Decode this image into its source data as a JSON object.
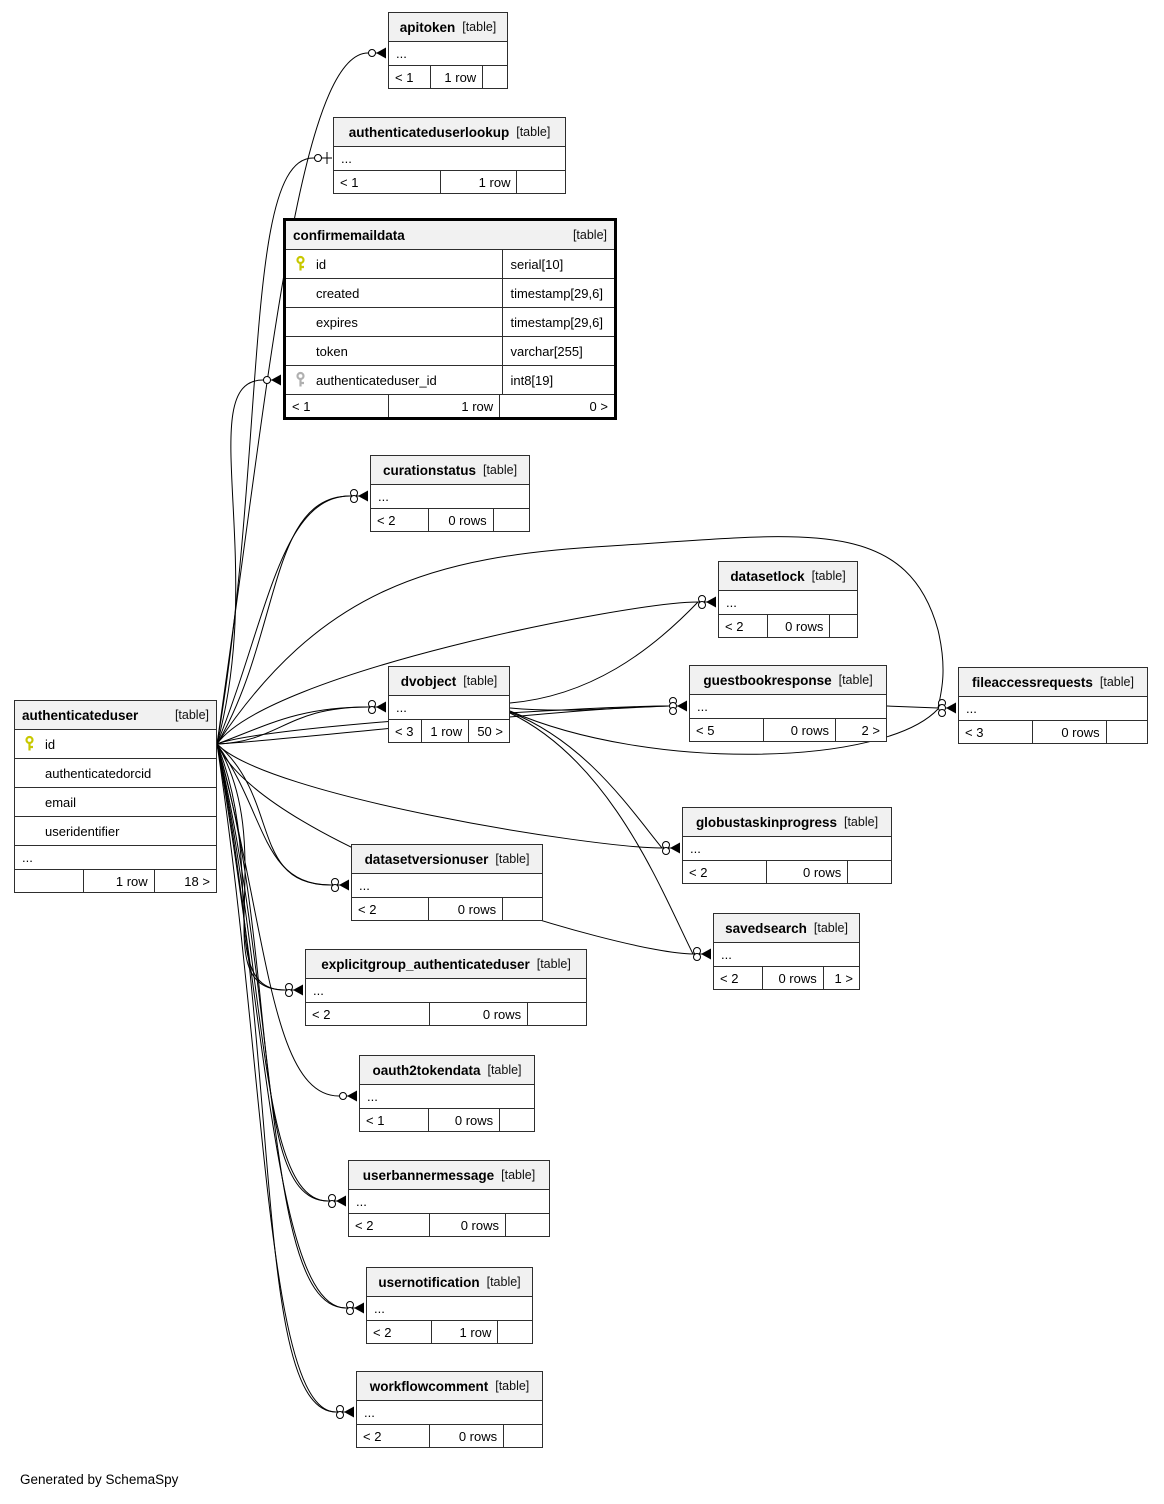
{
  "page": {
    "footer": "Generated by SchemaSpy"
  },
  "colors": {
    "background": "#ffffff",
    "table_header_bg": "#f1f1f1",
    "table_border": "#2e2e2e",
    "highlight_border": "#000000",
    "relationship_line": "#000000",
    "primary_key": "#c8c800",
    "foreign_key": "#b0b0b0"
  },
  "tables": [
    {
      "name": "apitoken",
      "tag": "[table]",
      "ellipsis": "...",
      "columns": [],
      "footer": [
        "< 1",
        "1 row",
        ""
      ]
    },
    {
      "name": "authenticateduserlookup",
      "tag": "[table]",
      "ellipsis": "...",
      "columns": [],
      "footer": [
        "< 1",
        "1 row",
        ""
      ]
    },
    {
      "name": "confirmemaildata",
      "tag": "[table]",
      "highlighted": true,
      "columns": [
        {
          "name": "id",
          "type": "serial[10]",
          "key": "pk"
        },
        {
          "name": "created",
          "type": "timestamp[29,6]"
        },
        {
          "name": "expires",
          "type": "timestamp[29,6]"
        },
        {
          "name": "token",
          "type": "varchar[255]"
        },
        {
          "name": "authenticateduser_id",
          "type": "int8[19]",
          "key": "fk"
        }
      ],
      "footer": [
        "< 1",
        "1 row",
        "0 >"
      ]
    },
    {
      "name": "curationstatus",
      "tag": "[table]",
      "ellipsis": "...",
      "columns": [],
      "footer": [
        "< 2",
        "0 rows",
        ""
      ]
    },
    {
      "name": "datasetlock",
      "tag": "[table]",
      "ellipsis": "...",
      "columns": [],
      "footer": [
        "< 2",
        "0 rows",
        ""
      ]
    },
    {
      "name": "dvobject",
      "tag": "[table]",
      "ellipsis": "...",
      "columns": [],
      "footer": [
        "< 3",
        "1 row",
        "50 >"
      ]
    },
    {
      "name": "guestbookresponse",
      "tag": "[table]",
      "ellipsis": "...",
      "columns": [],
      "footer": [
        "< 5",
        "0 rows",
        "2 >"
      ]
    },
    {
      "name": "fileaccessrequests",
      "tag": "[table]",
      "ellipsis": "...",
      "columns": [],
      "footer": [
        "< 3",
        "0 rows",
        ""
      ]
    },
    {
      "name": "authenticateduser",
      "tag": "[table]",
      "ellipsis": "...",
      "columns": [
        {
          "name": "id",
          "key": "pk"
        },
        {
          "name": "authenticatedorcid"
        },
        {
          "name": "email"
        },
        {
          "name": "useridentifier"
        }
      ],
      "footer": [
        "",
        "1 row",
        "18 >"
      ]
    },
    {
      "name": "globustaskinprogress",
      "tag": "[table]",
      "ellipsis": "...",
      "columns": [],
      "footer": [
        "< 2",
        "0 rows",
        ""
      ]
    },
    {
      "name": "datasetversionuser",
      "tag": "[table]",
      "ellipsis": "...",
      "columns": [],
      "footer": [
        "< 2",
        "0 rows",
        ""
      ]
    },
    {
      "name": "savedsearch",
      "tag": "[table]",
      "ellipsis": "...",
      "columns": [],
      "footer": [
        "< 2",
        "0 rows",
        "1 >"
      ]
    },
    {
      "name": "explicitgroup_authenticateduser",
      "tag": "[table]",
      "ellipsis": "...",
      "columns": [],
      "footer": [
        "< 2",
        "0 rows",
        ""
      ]
    },
    {
      "name": "oauth2tokendata",
      "tag": "[table]",
      "ellipsis": "...",
      "columns": [],
      "footer": [
        "< 1",
        "0 rows",
        ""
      ]
    },
    {
      "name": "userbannermessage",
      "tag": "[table]",
      "ellipsis": "...",
      "columns": [],
      "footer": [
        "< 2",
        "0 rows",
        ""
      ]
    },
    {
      "name": "usernotification",
      "tag": "[table]",
      "ellipsis": "...",
      "columns": [],
      "footer": [
        "< 2",
        "1 row",
        ""
      ]
    },
    {
      "name": "workflowcomment",
      "tag": "[table]",
      "ellipsis": "...",
      "columns": [],
      "footer": [
        "< 2",
        "0 rows",
        ""
      ]
    }
  ],
  "connections": [
    {
      "from": "authenticateduser",
      "to": "apitoken"
    },
    {
      "from": "authenticateduser",
      "to": "authenticateduserlookup",
      "end": "bar"
    },
    {
      "from": "authenticateduser",
      "to": "confirmemaildata"
    },
    {
      "from": "authenticateduser",
      "to": "curationstatus"
    },
    {
      "from": "authenticateduser",
      "to": "curationstatus"
    },
    {
      "from": "authenticateduser",
      "to": "datasetlock"
    },
    {
      "from": "dvobject",
      "to": "datasetlock"
    },
    {
      "from": "authenticateduser",
      "to": "dvobject"
    },
    {
      "from": "authenticateduser",
      "to": "dvobject"
    },
    {
      "from": "authenticateduser",
      "to": "guestbookresponse"
    },
    {
      "from": "authenticateduser",
      "to": "guestbookresponse"
    },
    {
      "from": "dvobject",
      "to": "guestbookresponse"
    },
    {
      "from": "authenticateduser",
      "to": "fileaccessrequests"
    },
    {
      "from": "guestbookresponse",
      "to": "fileaccessrequests"
    },
    {
      "from": "dvobject",
      "to": "fileaccessrequests"
    },
    {
      "from": "authenticateduser",
      "to": "globustaskinprogress"
    },
    {
      "from": "dvobject",
      "to": "globustaskinprogress"
    },
    {
      "from": "authenticateduser",
      "to": "datasetversionuser"
    },
    {
      "from": "authenticateduser",
      "to": "datasetversionuser"
    },
    {
      "from": "authenticateduser",
      "to": "savedsearch"
    },
    {
      "from": "dvobject",
      "to": "savedsearch"
    },
    {
      "from": "authenticateduser",
      "to": "explicitgroup_authenticateduser"
    },
    {
      "from": "authenticateduser",
      "to": "explicitgroup_authenticateduser"
    },
    {
      "from": "authenticateduser",
      "to": "oauth2tokendata"
    },
    {
      "from": "authenticateduser",
      "to": "userbannermessage"
    },
    {
      "from": "authenticateduser",
      "to": "userbannermessage"
    },
    {
      "from": "authenticateduser",
      "to": "usernotification"
    },
    {
      "from": "authenticateduser",
      "to": "usernotification"
    },
    {
      "from": "authenticateduser",
      "to": "workflowcomment"
    },
    {
      "from": "authenticateduser",
      "to": "workflowcomment"
    }
  ]
}
